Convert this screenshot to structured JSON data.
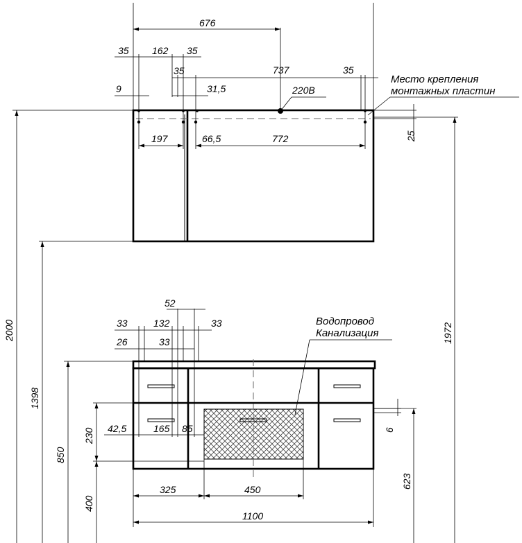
{
  "upper_cabinet": {
    "dims": {
      "d676": "676",
      "d35_a": "35",
      "d162": "162",
      "d35_b": "35",
      "d35_c": "35",
      "d737": "737",
      "d35_d": "35",
      "d9": "9",
      "d31_5": "31,5",
      "d197": "197",
      "d66_5": "66,5",
      "d772": "772",
      "d25": "25"
    },
    "power_label": "220В",
    "mount_note": [
      "Место крепления",
      "монтажных пластин"
    ]
  },
  "lower_cabinet": {
    "dims": {
      "d52": "52",
      "d33_a": "33",
      "d132": "132",
      "d33_b": "33",
      "d26": "26",
      "d33_c": "33",
      "d42_5": "42,5",
      "d165": "165",
      "d85": "85",
      "d6": "6",
      "d325": "325",
      "d450": "450",
      "d1100": "1100"
    },
    "plumbing_note": [
      "Водопровод",
      "Канализация"
    ]
  },
  "heights": {
    "h2000": "2000",
    "h1398": "1398",
    "h850": "850",
    "h230": "230",
    "h400": "400",
    "h1972": "1972",
    "h623": "623"
  }
}
